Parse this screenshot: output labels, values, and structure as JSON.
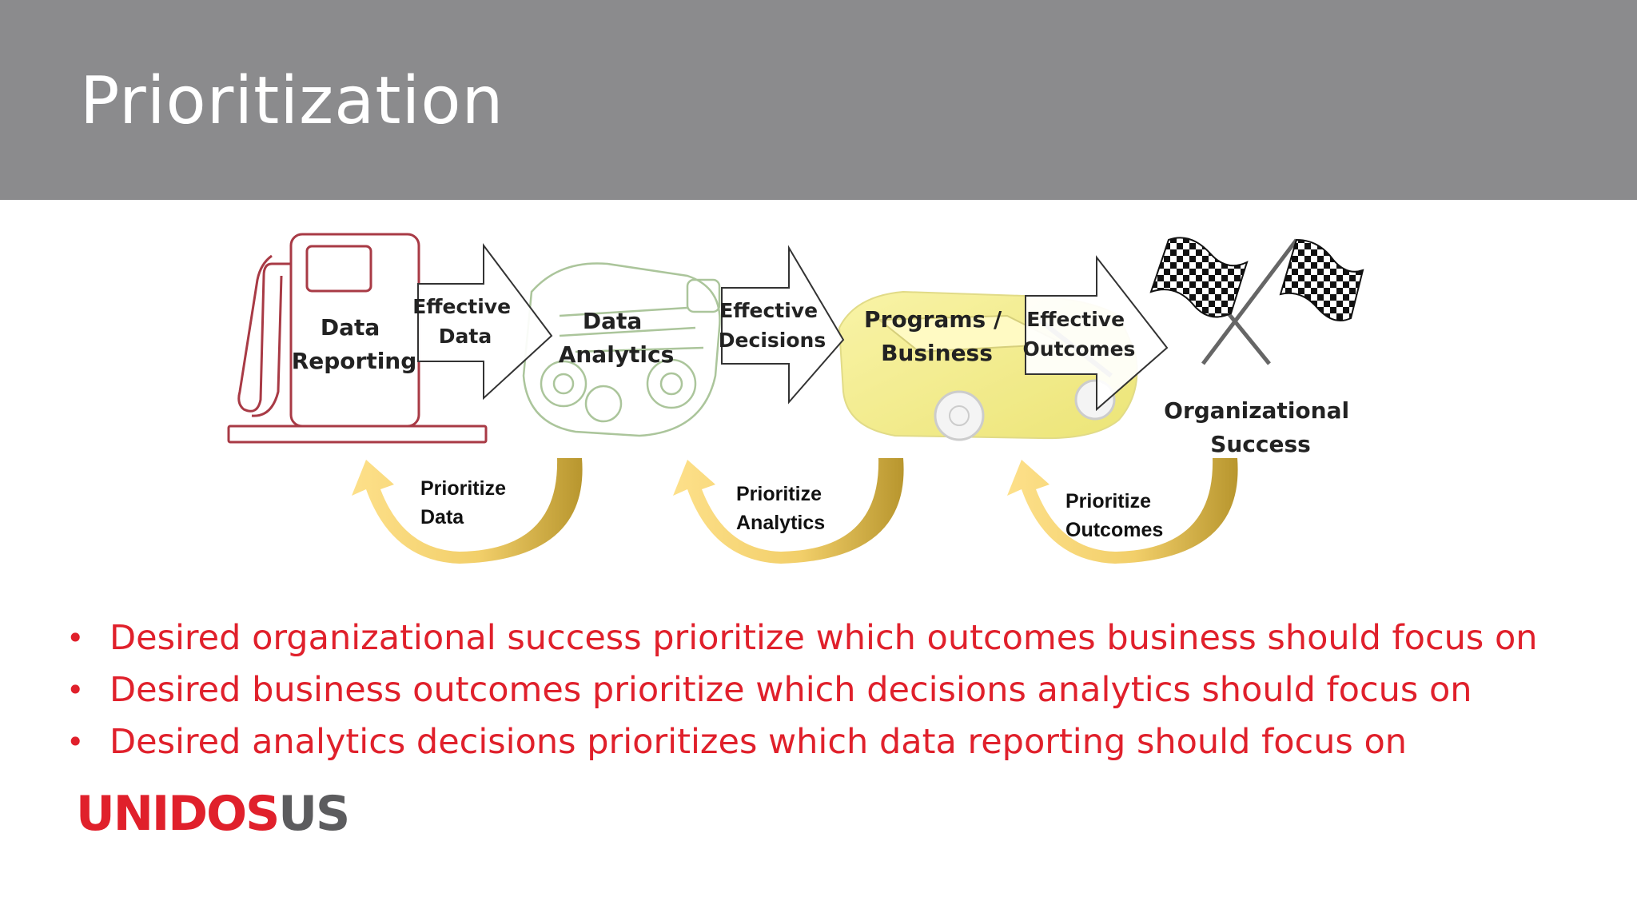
{
  "slide": {
    "title": "Prioritization"
  },
  "diagram": {
    "stages": [
      {
        "name": "gas-pump",
        "label_lines": [
          "Data",
          "Reporting"
        ]
      },
      {
        "name": "engine",
        "label_lines": [
          "Data",
          "Analytics"
        ]
      },
      {
        "name": "car",
        "label_lines": [
          "Programs  /",
          "Business"
        ]
      },
      {
        "name": "checkered-flags",
        "label_lines": [
          "Organizational",
          "Success"
        ]
      }
    ],
    "forward_arrows": [
      {
        "label_lines": [
          "Effective",
          "Data"
        ]
      },
      {
        "label_lines": [
          "Effective",
          "Decisions"
        ]
      },
      {
        "label_lines": [
          "Effective",
          "Outcomes"
        ]
      }
    ],
    "feedback_arrows": [
      {
        "label_lines": [
          "Prioritize",
          "Data"
        ]
      },
      {
        "label_lines": [
          "Prioritize",
          "Analytics"
        ]
      },
      {
        "label_lines": [
          "Prioritize",
          "Outcomes"
        ]
      }
    ],
    "colors": {
      "pump_outline": "#a83a45",
      "arrow_outline": "#333333",
      "feedback_gold_light": "#fde08a",
      "feedback_gold_dark": "#b8962e",
      "car_yellow": "#f3ea6a"
    }
  },
  "bullets": [
    "Desired organizational success prioritize which outcomes business should focus on",
    "Desired business outcomes prioritize which decisions analytics should focus on",
    "Desired analytics decisions prioritizes which data reporting should focus on"
  ],
  "bullet_symbol": "•",
  "logo": {
    "text_red": "UNIDOS",
    "text_gray": "US",
    "color_red": "#e0202b",
    "color_gray": "#5c5c5e"
  }
}
